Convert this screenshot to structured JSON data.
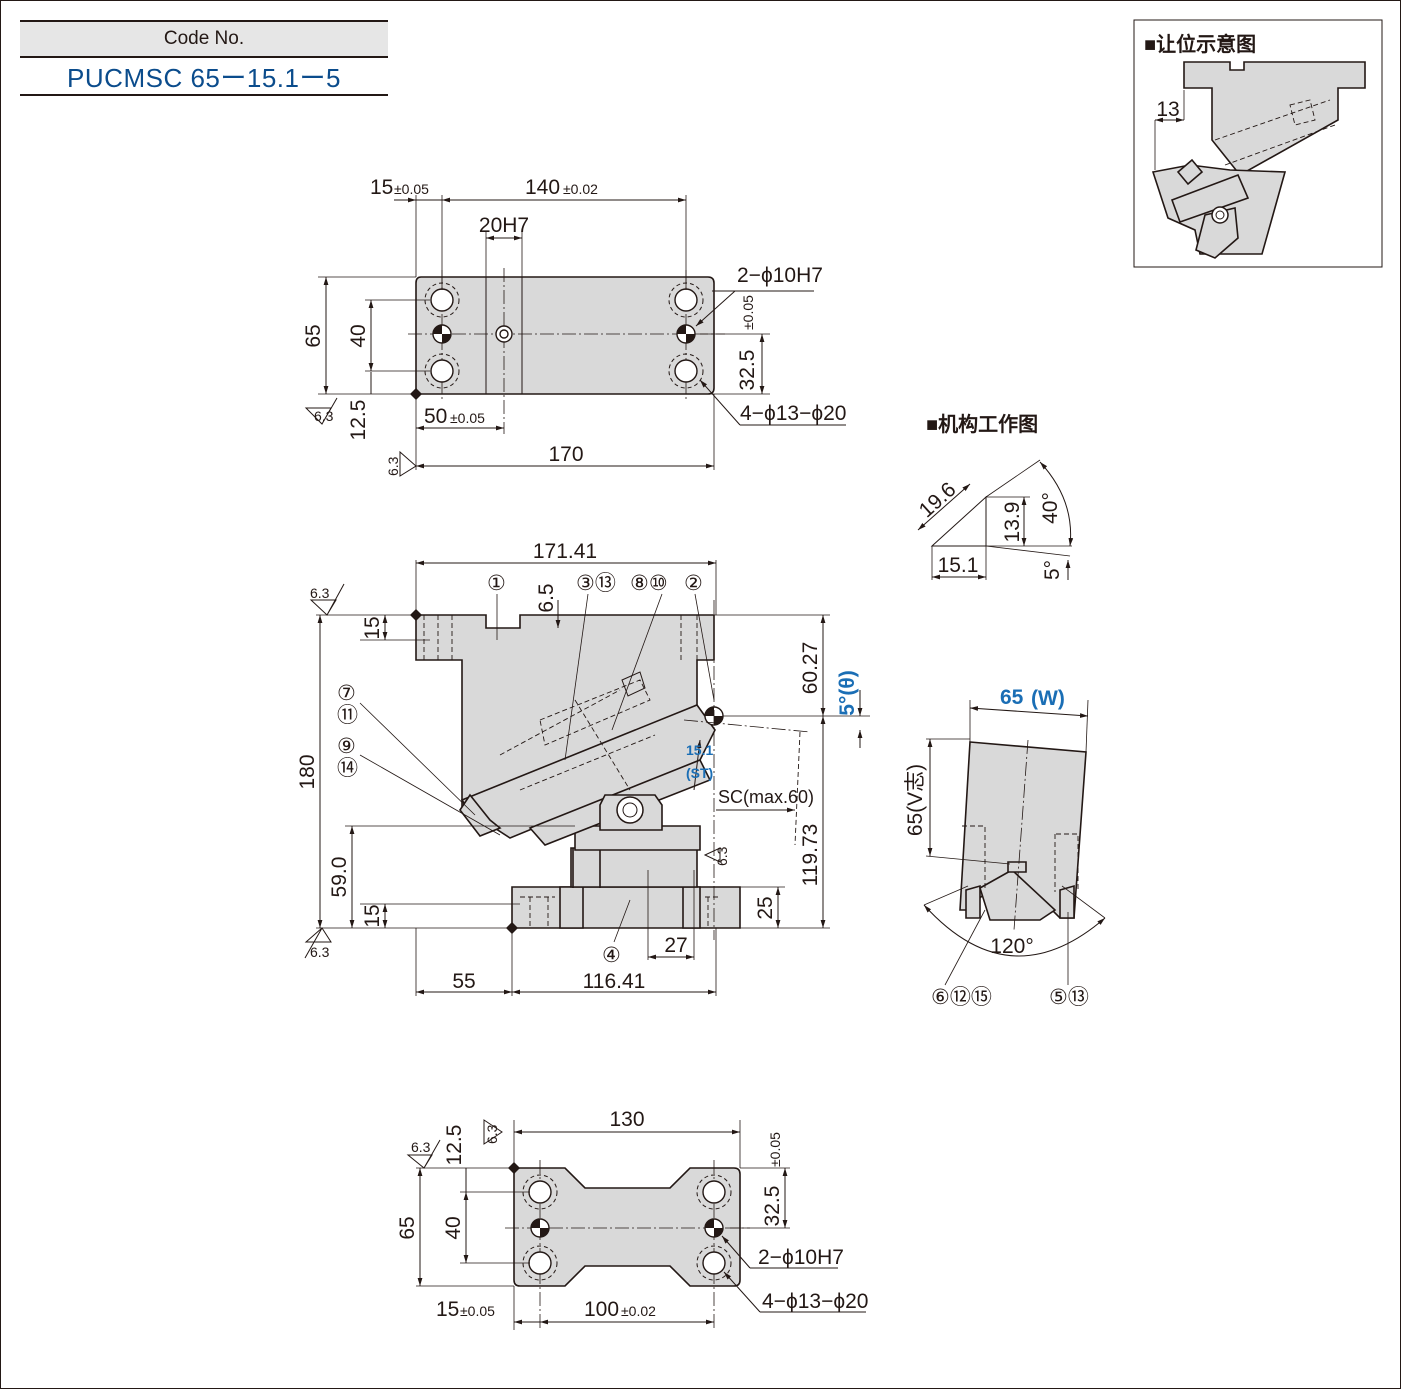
{
  "code": {
    "label": "Code No.",
    "value": "PUCMSC 65ー15.1ー5"
  },
  "inset": {
    "title": "■让位示意图",
    "dim": "13"
  },
  "mechanism": {
    "title": "■机构工作图",
    "d1": "19.6",
    "d2": "13.9",
    "d3": "15.1",
    "a1": "40°",
    "a2": "5°"
  },
  "top_view": {
    "pitch_left": "15",
    "pitch_left_tol": "±0.05",
    "pitch_main": "140",
    "pitch_main_tol": "±0.02",
    "slot": "20H7",
    "pin_holes": "2−ϕ10H7",
    "cb_holes": "4−ϕ13−ϕ20",
    "height": "65",
    "hole_pitch": "40",
    "edge": "12.5",
    "pin_pitch": "50",
    "pin_pitch_tol": "±0.05",
    "width": "170",
    "pin_v": "32.5",
    "pin_v_tol": "±0.05",
    "rough": "6.3"
  },
  "front_view": {
    "width": "171.41",
    "top_thk": "15",
    "slot": "6.5",
    "h_total": "180",
    "h_upper": "60.27",
    "h_lower": "119.73",
    "angle": "5°(θ)",
    "stroke": "15.1",
    "stroke_label": "(ST)",
    "sc": "SC(max.60)",
    "h_59": "59.0",
    "base_thk": "15",
    "base_h": "25",
    "off_27": "27",
    "w_55": "55",
    "w_base": "116.41",
    "rough": "6.3",
    "parts": [
      "①",
      "③⑬",
      "⑧⑩",
      "②",
      "⑦",
      "⑪",
      "⑨",
      "⑭",
      "④"
    ]
  },
  "side_view": {
    "width": "65",
    "width_tag": "(W)",
    "height": "65(V志)",
    "angle": "120°",
    "part_a": "⑥⑫⑮",
    "part_b": "⑤⑬"
  },
  "bottom_view": {
    "width": "130",
    "edge": "12.5",
    "height": "65",
    "hole_pitch": "40",
    "pin_v": "32.5",
    "pin_v_tol": "±0.05",
    "pin_holes": "2−ϕ10H7",
    "cb_holes": "4−ϕ13−ϕ20",
    "pitch_left": "15",
    "pitch_left_tol": "±0.05",
    "pitch_main": "100",
    "pitch_main_tol": "±0.02",
    "rough": "6.3"
  }
}
